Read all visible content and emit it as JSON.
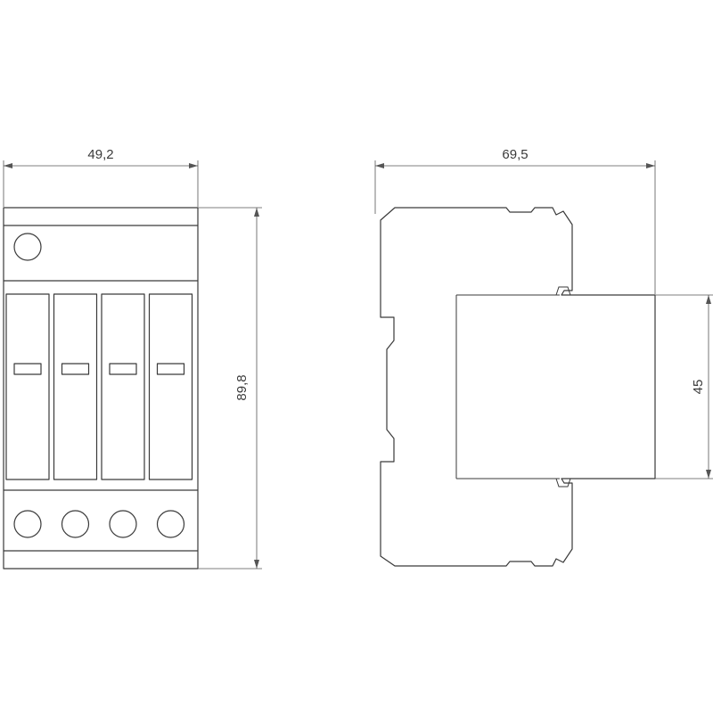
{
  "dimensions": {
    "front_width": "49,2",
    "front_height": "89,8",
    "side_depth": "69,5",
    "side_front_height": "45"
  },
  "front_view": {
    "module_count": 4,
    "terminal_count_top": 1,
    "terminal_count_bottom": 4
  }
}
